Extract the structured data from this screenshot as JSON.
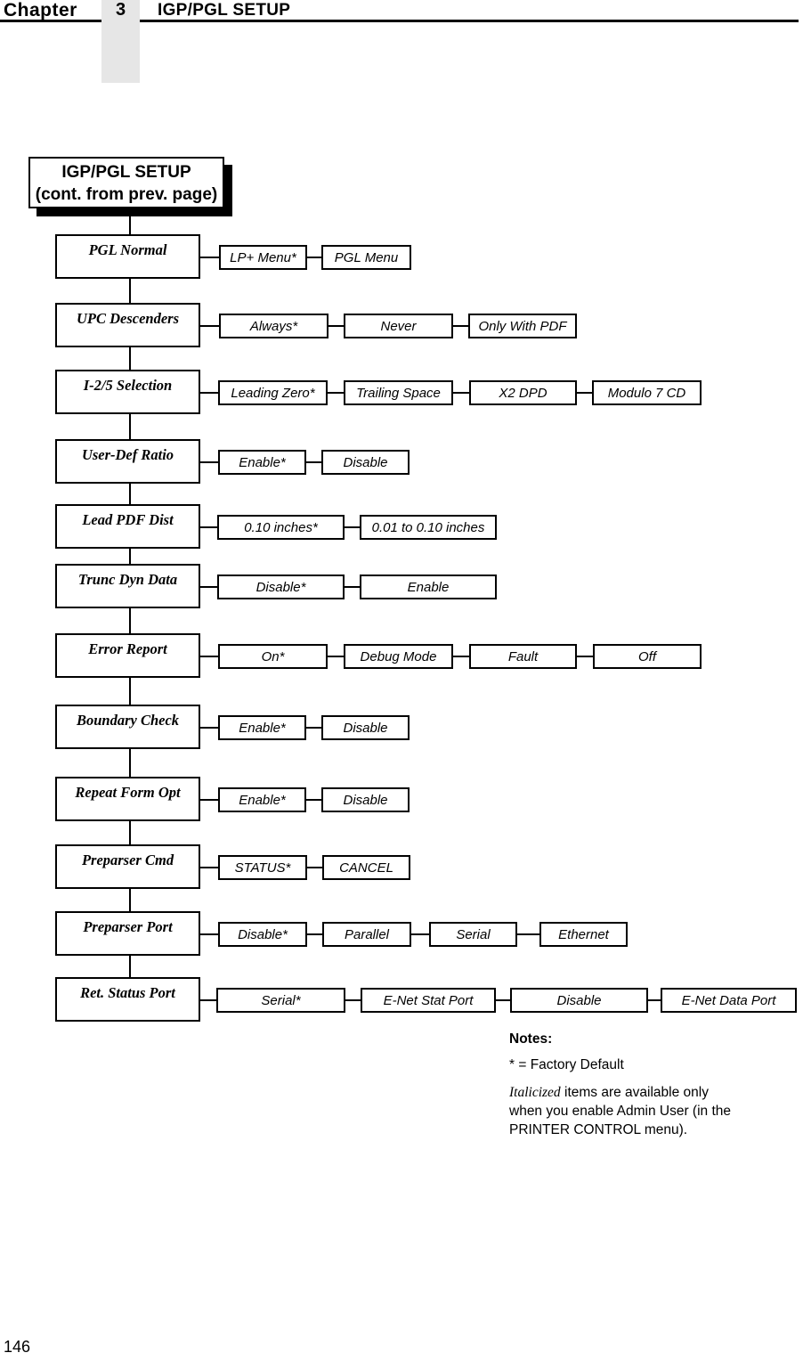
{
  "header": {
    "chapter_label": "Chapter",
    "chapter_number": "3",
    "title": "IGP/PGL SETUP"
  },
  "flow_root": {
    "line1": "IGP/PGL SETUP",
    "line2": "(cont. from prev. page)"
  },
  "flow_rows": [
    {
      "label": "PGL Normal",
      "options": [
        "LP+ Menu*",
        "PGL Menu"
      ]
    },
    {
      "label": "UPC Descenders",
      "options": [
        "Always*",
        "Never",
        "Only With PDF"
      ]
    },
    {
      "label": "I-2/5 Selection",
      "options": [
        "Leading Zero*",
        "Trailing Space",
        "X2 DPD",
        "Modulo 7 CD"
      ]
    },
    {
      "label": "User-Def Ratio",
      "options": [
        "Enable*",
        "Disable"
      ]
    },
    {
      "label": "Lead PDF Dist",
      "options": [
        "0.10 inches*",
        "0.01 to 0.10 inches"
      ]
    },
    {
      "label": "Trunc Dyn Data",
      "options": [
        "Disable*",
        "Enable"
      ]
    },
    {
      "label": "Error Report",
      "options": [
        "On*",
        "Debug Mode",
        "Fault",
        "Off"
      ]
    },
    {
      "label": "Boundary Check",
      "options": [
        "Enable*",
        "Disable"
      ]
    },
    {
      "label": "Repeat Form Opt",
      "options": [
        "Enable*",
        "Disable"
      ]
    },
    {
      "label": "Preparser Cmd",
      "options": [
        "STATUS*",
        "CANCEL"
      ]
    },
    {
      "label": "Preparser Port",
      "options": [
        "Disable*",
        "Parallel",
        "Serial",
        "Ethernet"
      ]
    },
    {
      "label": "Ret. Status Port",
      "options": [
        "Serial*",
        "E-Net Stat Port",
        "Disable",
        "E-Net Data Port"
      ]
    }
  ],
  "notes": {
    "heading": "Notes:",
    "factory_default": "* = Factory Default",
    "admin_note_italic": "Italicized",
    "admin_note_lines": [
      " items are available only",
      "when you enable Admin User (in the",
      "PRINTER CONTROL menu)."
    ]
  },
  "page_number": "146",
  "colors": {
    "ink": "#000000",
    "chapter_tab_gray": "#e6e6e6"
  }
}
